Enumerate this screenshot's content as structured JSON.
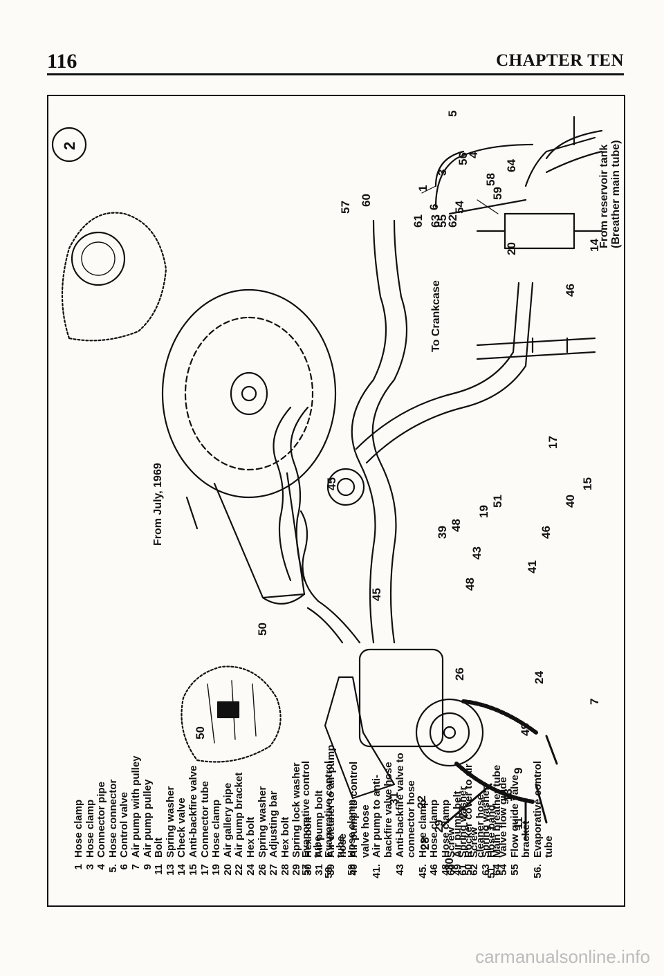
{
  "header": {
    "page_number": "116",
    "chapter": "CHAPTER TEN"
  },
  "legend_col1": [
    {
      "n": "1",
      "t": "Hose clamp"
    },
    {
      "n": "3",
      "t": "Hose clamp"
    },
    {
      "n": "4",
      "t": "Connector pipe"
    },
    {
      "n": "5.",
      "t": "Hose connector"
    },
    {
      "n": "6",
      "t": "Control valve"
    },
    {
      "n": "7",
      "t": "Air pump with pulley"
    },
    {
      "n": "9",
      "t": "Air pump pulley"
    },
    {
      "n": "11",
      "t": "Bolt"
    },
    {
      "n": "13",
      "t": "Spring washer"
    },
    {
      "n": "14",
      "t": "Check valve"
    },
    {
      "n": "15",
      "t": "Anti-backfire valve"
    },
    {
      "n": "17",
      "t": "Connector tube"
    },
    {
      "n": "19",
      "t": "Hose clamp"
    },
    {
      "n": "20",
      "t": "Air gallery pipe"
    },
    {
      "n": "22",
      "t": "Air pump bracket"
    },
    {
      "n": "24",
      "t": "Hex bolt"
    },
    {
      "n": "26",
      "t": "Spring washer"
    },
    {
      "n": "27",
      "t": "Adjusting bar"
    },
    {
      "n": "28",
      "t": "Hex bolt"
    },
    {
      "n": "29",
      "t": "Spring lock washer"
    },
    {
      "n": "30",
      "t": "Hex bolt"
    },
    {
      "n": "31",
      "t": "Air pump bolt"
    },
    {
      "n": "39",
      "t": "Air cleaner to air pump"
    },
    {
      "n": "",
      "t": "hose"
    },
    {
      "n": "40",
      "t": "Air pump to control"
    },
    {
      "n": "",
      "t": "valve hose"
    },
    {
      "n": "41.",
      "t": "Air pump to anti-"
    },
    {
      "n": "",
      "t": "backfire valve hose"
    },
    {
      "n": "43",
      "t": "Anti-backfire valve to"
    },
    {
      "n": "",
      "t": "connector hose"
    },
    {
      "n": "45.",
      "t": "Hose clamp"
    },
    {
      "n": "46",
      "t": "Hose clamp"
    },
    {
      "n": "48",
      "t": "Hose clamp"
    },
    {
      "n": "49",
      "t": "Air pump belt"
    },
    {
      "n": "50",
      "t": "Rocker cover to air"
    },
    {
      "n": "",
      "t": "cleaner hose"
    },
    {
      "n": "51.",
      "t": "Hose band"
    },
    {
      "n": "54",
      "t": "Valve flow guide"
    },
    {
      "n": "55",
      "t": "Flow guide valve"
    },
    {
      "n": "",
      "t": "bracket"
    },
    {
      "n": "56.",
      "t": "Evaporative control"
    },
    {
      "n": "",
      "t": "tube"
    }
  ],
  "legend_col2": [
    {
      "n": "57",
      "t": "Evaporative control"
    },
    {
      "n": "",
      "t": "tube"
    },
    {
      "n": "58.",
      "t": "Evaporative control"
    },
    {
      "n": "",
      "t": "tube"
    },
    {
      "n": "59",
      "t": "Hose clamp"
    }
  ],
  "legend_col3": [
    {
      "n": "60",
      "t": "Screw"
    },
    {
      "n": "61",
      "t": "Spring washer"
    },
    {
      "n": "62",
      "t": "Screw"
    },
    {
      "n": "63",
      "t": "Spring washer"
    },
    {
      "n": "64",
      "t": "Main breather tube"
    }
  ],
  "labels": {
    "from_july": "From July, 1969",
    "from_reservoir": "From reservoir tank",
    "breather_main": "(Breather main tube)",
    "to_crankcase": "To Crankcase",
    "figure_number": "2"
  },
  "callouts": [
    "1",
    "3",
    "4",
    "5",
    "6",
    "7",
    "9",
    "11",
    "13",
    "14",
    "15",
    "17",
    "19",
    "20",
    "22",
    "24",
    "26",
    "27",
    "28",
    "29",
    "30",
    "31",
    "39",
    "40",
    "41",
    "43",
    "45",
    "45",
    "46",
    "46",
    "48",
    "48",
    "49",
    "50",
    "50",
    "51",
    "54",
    "55",
    "56",
    "57",
    "58",
    "59",
    "60",
    "61",
    "62",
    "63",
    "64"
  ],
  "watermark": "carmanualsonline.info"
}
